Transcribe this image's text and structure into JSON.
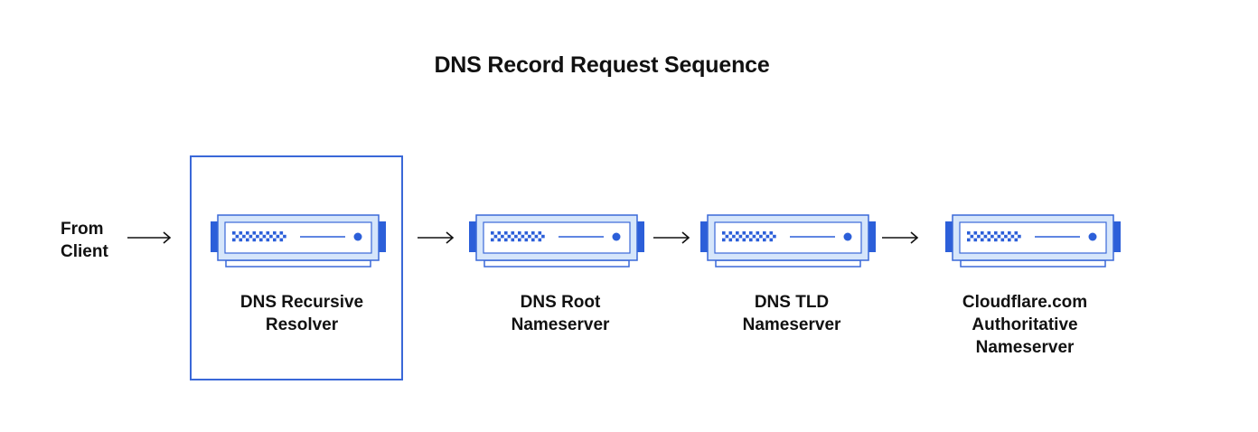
{
  "diagram": {
    "title": "DNS Record Request Sequence",
    "client_label": {
      "line1": "From",
      "line2": "Client"
    },
    "nodes": [
      {
        "line1": "DNS Recursive",
        "line2": "Resolver",
        "line3": "",
        "highlighted": true,
        "icon": "server-icon"
      },
      {
        "line1": "DNS Root",
        "line2": "Nameserver",
        "line3": "",
        "highlighted": false,
        "icon": "server-icon"
      },
      {
        "line1": "DNS TLD",
        "line2": "Nameserver",
        "line3": "",
        "highlighted": false,
        "icon": "server-icon"
      },
      {
        "line1": "Cloudflare.com",
        "line2": "Authoritative",
        "line3": "Nameserver",
        "highlighted": false,
        "icon": "server-icon"
      }
    ],
    "arrow_icon": "arrow-right-icon",
    "colors": {
      "accent": "#2c5fd9",
      "server_fill": "#d6e6fb",
      "server_outline": "#3a68d8",
      "highlight_border": "#3a68d8"
    }
  }
}
